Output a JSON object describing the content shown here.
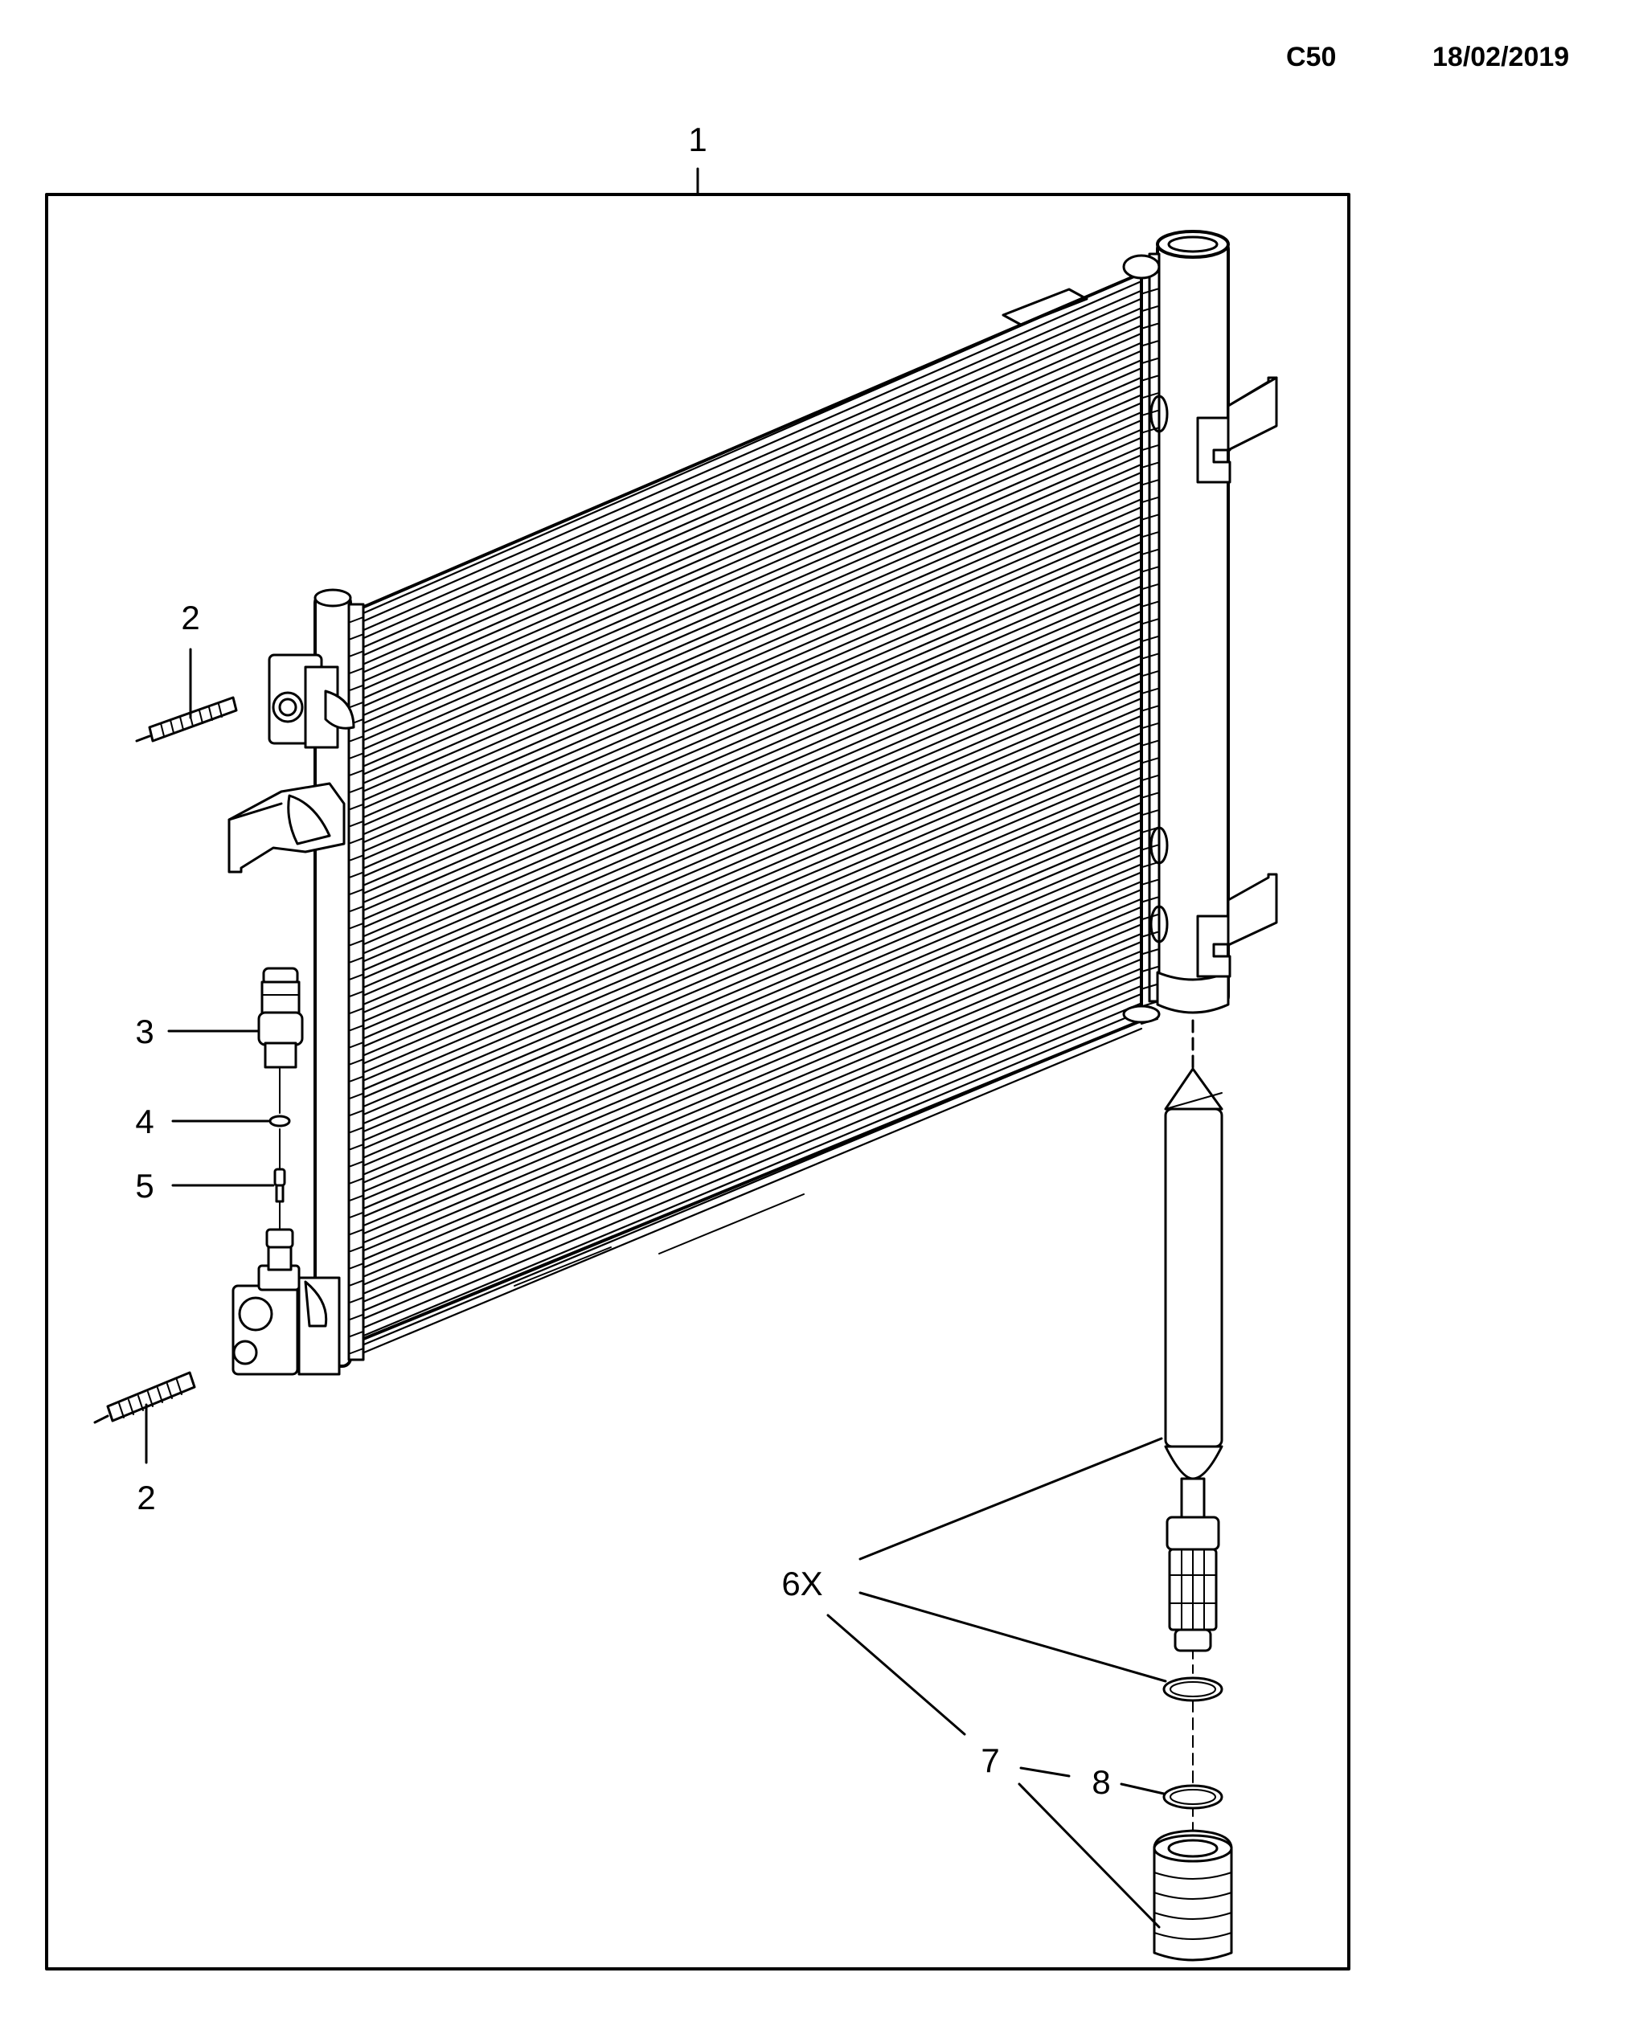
{
  "header": {
    "code": "C50",
    "date": "18/02/2019"
  },
  "callouts": {
    "c1": "1",
    "c2_top": "2",
    "c2_bottom": "2",
    "c3": "3",
    "c4": "4",
    "c5": "5",
    "c6": "6X",
    "c7": "7",
    "c8": "8"
  }
}
